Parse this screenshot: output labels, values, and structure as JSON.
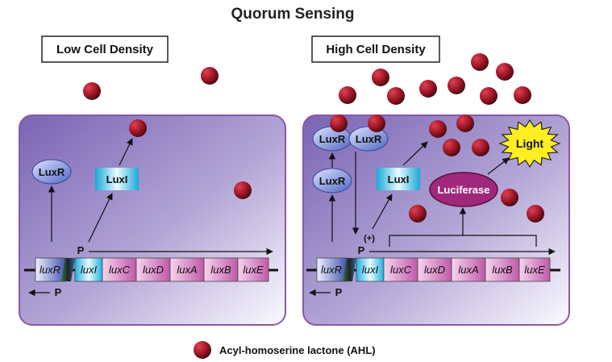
{
  "title": "Quorum Sensing",
  "panels": {
    "low": {
      "label": "Low Cell Density"
    },
    "high": {
      "label": "High Cell Density"
    }
  },
  "proteins": {
    "luxr": "LuxR",
    "luxi": "LuxI",
    "luciferase": "Luciferase",
    "light": "Light"
  },
  "promoter": "P",
  "activation_sign": "(+)",
  "genes": [
    "luxR",
    "luxI",
    "luxC",
    "luxD",
    "luxA",
    "luxB",
    "luxE"
  ],
  "legend": {
    "label": "Acyl-homoserine lactone (AHL)"
  },
  "colors": {
    "cell_dark": "#7a64b4",
    "cell_light": "#ffffff",
    "cell_border": "#8a58a8",
    "ahl": "#a01828",
    "luxr_fill": "#5066c0",
    "luxi_fill": "#2ab8e0",
    "luciferase_fill": "#a0287a",
    "light_fill": "#ffee22",
    "operon_pink": "#d070b8"
  }
}
